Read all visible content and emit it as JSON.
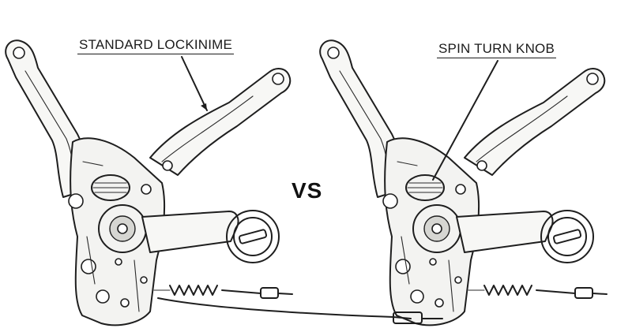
{
  "labels": {
    "left_callout": "STANDARD LOCKINIME",
    "right_callout": "SPIN TURN KNOB",
    "center": "VS"
  }
}
